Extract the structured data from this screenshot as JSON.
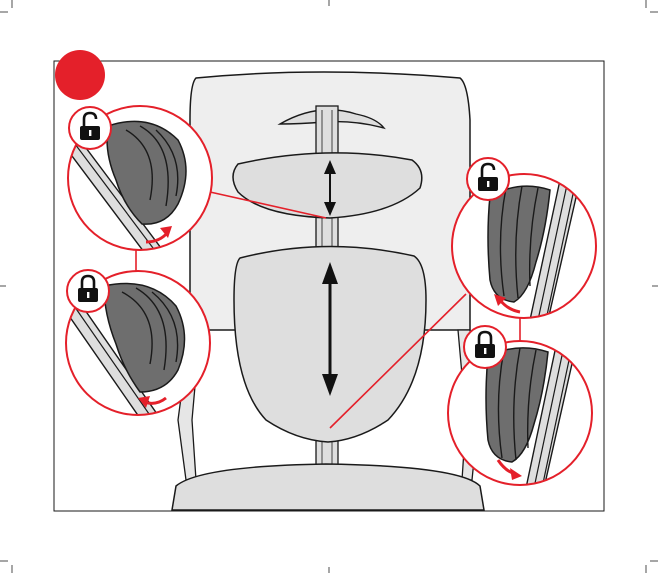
{
  "diagram": {
    "step_marker": {
      "label": "",
      "color": "#e4202a"
    },
    "colors": {
      "accent": "#e4202a",
      "outline": "#1a1a1a",
      "seat_fill": "#dedede",
      "seat_back_fill": "#eeeeee",
      "pad_fill": "#6e6e6e",
      "lock_fill": "#111111"
    },
    "callouts": [
      {
        "id": "top-left",
        "lock_state": "unlocked",
        "icon": "padlock-open-icon",
        "arrow": "curved-arrow-up-icon"
      },
      {
        "id": "bottom-left",
        "lock_state": "locked",
        "icon": "padlock-closed-icon",
        "arrow": "curved-arrow-left-icon"
      },
      {
        "id": "top-right",
        "lock_state": "unlocked",
        "icon": "padlock-open-icon",
        "arrow": "curved-arrow-left-icon"
      },
      {
        "id": "bottom-right",
        "lock_state": "locked",
        "icon": "padlock-closed-icon",
        "arrow": "curved-arrow-right-icon"
      }
    ],
    "adjustment_arrows": [
      {
        "target": "headrest",
        "icon": "double-arrow-vertical-icon"
      },
      {
        "target": "backrest-cushion",
        "icon": "double-arrow-vertical-icon"
      }
    ]
  }
}
